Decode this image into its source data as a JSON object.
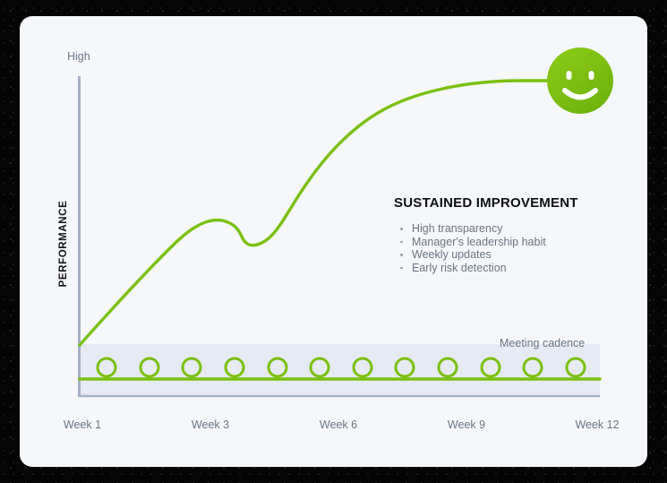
{
  "card": {
    "background": "#f5f7fa",
    "page_background": "#0a0a0a"
  },
  "axes": {
    "y_top_label": "High",
    "y_axis_title": "PERFORMANCE",
    "axis_color": "#a7b0c6",
    "x_tick_labels": [
      "Week 1",
      "Week 3",
      "Week 6",
      "Week 9",
      "Week 12"
    ]
  },
  "callout": {
    "title": "SUSTAINED IMPROVEMENT",
    "bullets": [
      "High transparency",
      "Manager's leadership habit",
      "Weekly updates",
      "Early risk detection"
    ]
  },
  "cadence": {
    "label": "Meeting cadence",
    "band_color": "#e6eaf2",
    "marker_color": "#7ac00f",
    "marker_count": 12
  },
  "status_icon": {
    "name": "smiley-face-icon",
    "color": "#7ac00f",
    "expression": "happy"
  },
  "colors": {
    "accent_green": "#7ac00f",
    "muted_text": "#6b7582",
    "title_text": "#0d0f11"
  },
  "chart_data": {
    "type": "line",
    "title": "",
    "xlabel": "",
    "ylabel": "PERFORMANCE",
    "grid": false,
    "legend": "none",
    "x": [
      1,
      2,
      3,
      4,
      5,
      6,
      7,
      8,
      9,
      10,
      11,
      12
    ],
    "x_tick_labels": [
      "Week 1",
      "Week 3",
      "Week 6",
      "Week 9",
      "Week 12"
    ],
    "xlim": [
      1,
      12
    ],
    "ylim": [
      0,
      100
    ],
    "y_tick_labels": [
      "High"
    ],
    "series": [
      {
        "name": "Performance",
        "color": "#7ac00f",
        "values": [
          4,
          26,
          47,
          62,
          60,
          58,
          66,
          80,
          90,
          96,
          99,
          99
        ]
      },
      {
        "name": "Meeting cadence",
        "type": "markers",
        "color": "#7ac00f",
        "values": [
          1,
          1,
          1,
          1,
          1,
          1,
          1,
          1,
          1,
          1,
          1,
          1
        ]
      }
    ],
    "annotations": [
      "SUSTAINED IMPROVEMENT",
      "High transparency",
      "Manager's leadership habit",
      "Weekly updates",
      "Early risk detection",
      "Meeting cadence",
      "High"
    ]
  }
}
